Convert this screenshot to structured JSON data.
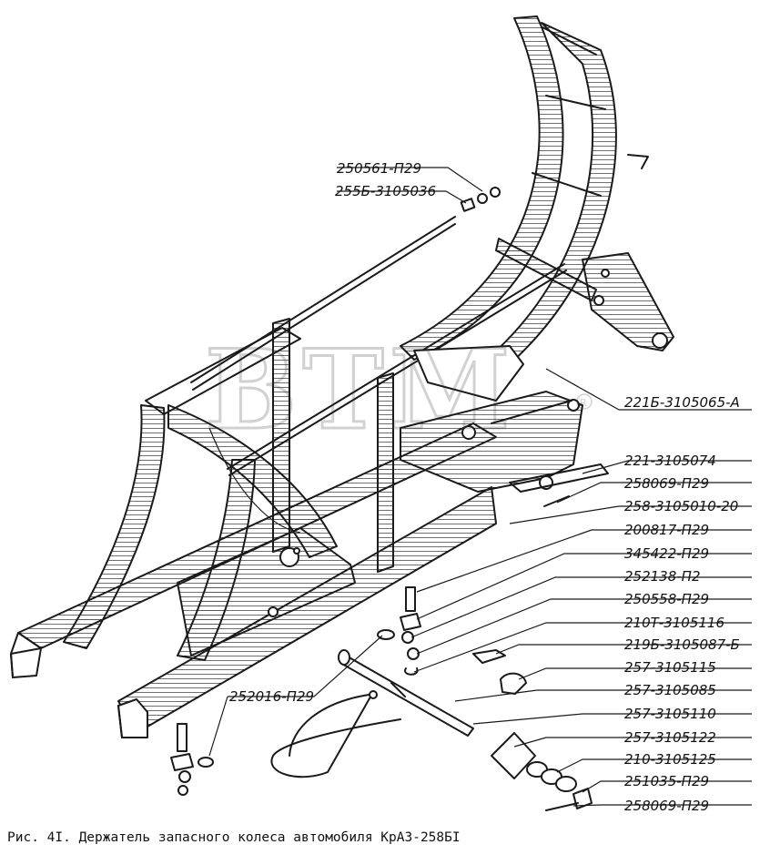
{
  "caption": "Рис. 4I. Держатель запасного колеса автомобиля КрАЗ-258БI",
  "watermark": "BTM",
  "labels": [
    "250561-П29",
    "255Б-3105036",
    "221Б-3105065-А",
    "221-3105074",
    "258069-П29",
    "258-3105010-20",
    "200817-П29",
    "345422-П29",
    "252138-П2",
    "250558-П29",
    "210Т-3105116",
    "219Б-3105087-Б",
    "257-3105115",
    "257-3105085",
    "257-3105110",
    "257-3105122",
    "210-3105125",
    "251035-П29",
    "258069-П29",
    "252016-П29"
  ]
}
